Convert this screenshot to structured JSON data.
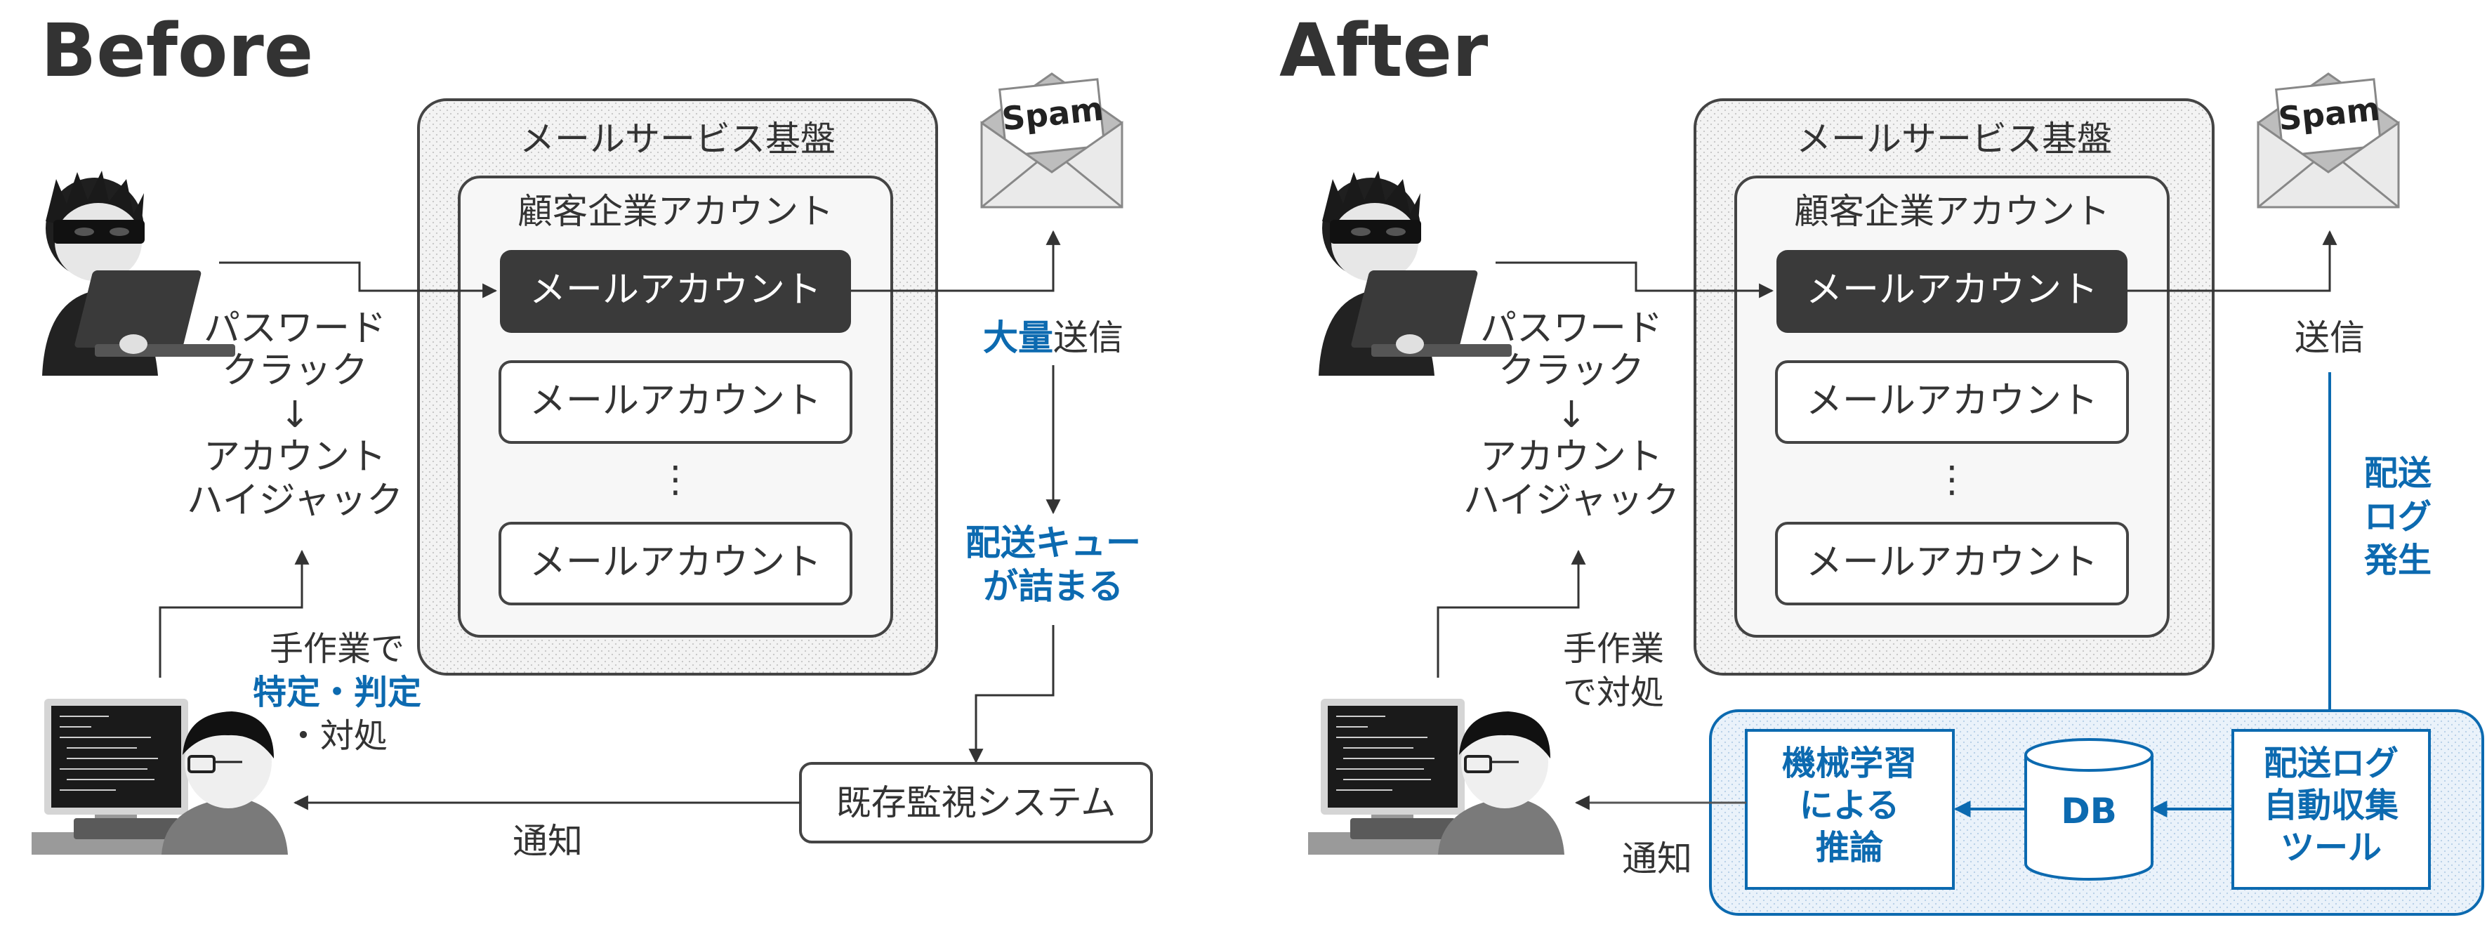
{
  "before": {
    "title": "Before",
    "platform_label": "メールサービス基盤",
    "corporate_label": "顧客企業アカウント",
    "compromised_account": "メールアカウント",
    "account_2": "メールアカウント",
    "ellipsis": "⋮",
    "account_3": "メールアカウント",
    "attack_label": [
      "パスワード",
      "クラック",
      "↓",
      "アカウント",
      "ハイジャック"
    ],
    "send_strong": "大量",
    "send_rest": "送信",
    "queue_label": [
      "配送キュー",
      "が詰まる"
    ],
    "monitor_label": "既存監視システム",
    "notify_label": "通知",
    "manual_label_1": "手作業で",
    "manual_label_2": "特定・判定",
    "manual_label_3": "・対処",
    "spam_text": "Spam"
  },
  "after": {
    "title": "After",
    "platform_label": "メールサービス基盤",
    "corporate_label": "顧客企業アカウント",
    "compromised_account": "メールアカウント",
    "account_2": "メールアカウント",
    "ellipsis": "⋮",
    "account_3": "メールアカウント",
    "attack_label": [
      "パスワード",
      "クラック",
      "↓",
      "アカウント",
      "ハイジャック"
    ],
    "send_label": "送信",
    "log_label": [
      "配送",
      "ログ",
      "発生"
    ],
    "collector_label": [
      "配送ログ",
      "自動収集",
      "ツール"
    ],
    "db_label": "DB",
    "ml_label": [
      "機械学習",
      "による",
      "推論"
    ],
    "notify_label": "通知",
    "manual_label": [
      "手作業",
      "で対処"
    ],
    "spam_text": "Spam"
  },
  "colors": {
    "accent_blue": "#0c6ab0",
    "text_dark": "#333333",
    "account_dark": "#3a3a3a",
    "box_border": "#444444",
    "pipeline_bg": "#e9f1f9"
  }
}
